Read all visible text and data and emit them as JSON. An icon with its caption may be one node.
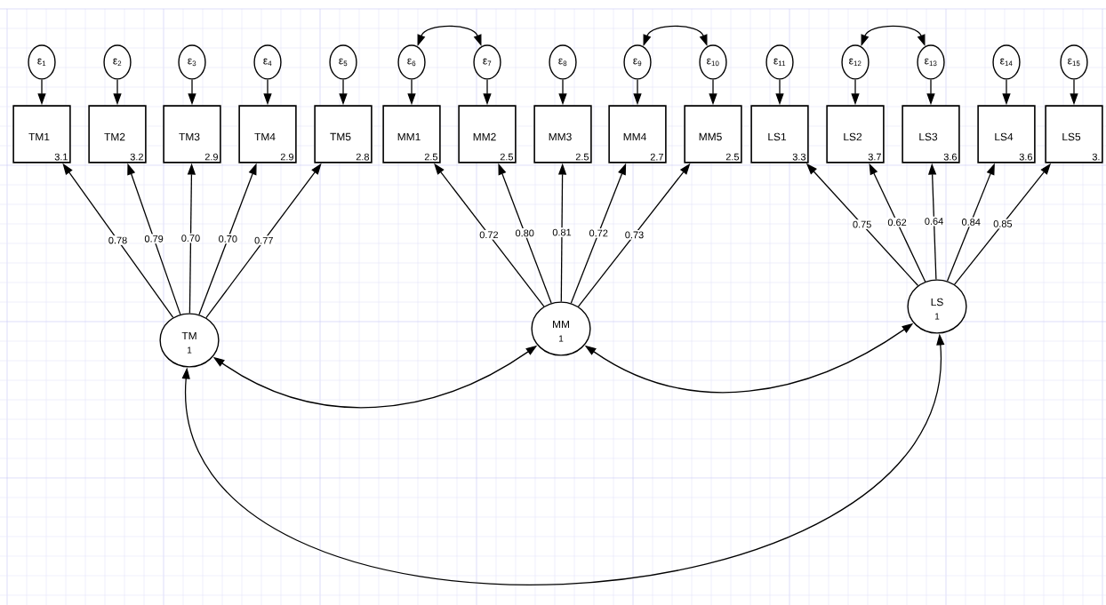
{
  "diagram": {
    "nodes": [
      {
        "text": [
          "ε$_{1}$"
        ]
      },
      {
        "text": [
          "ε$_{2}$"
        ]
      },
      {
        "text": [
          "ε$_{3}$"
        ]
      },
      {
        "text": [
          "ε$_{4}$"
        ]
      },
      {
        "text": [
          "ε$_{5}$"
        ]
      },
      {
        "text": [
          "ε$_{6}$"
        ]
      },
      {
        "text": [
          "ε$_{7}$"
        ]
      },
      {
        "text": [
          "ε$_{8}$"
        ]
      },
      {
        "text": [
          "ε$_{9}$"
        ]
      },
      {
        "text": [
          "ε$_{10}$"
        ]
      },
      {
        "text": [
          "ε$_{11}$"
        ]
      },
      {
        "text": [
          "ε$_{12}$"
        ]
      },
      {
        "text": [
          "ε$_{13}$"
        ]
      },
      {
        "text": [
          "ε$_{14}$"
        ]
      },
      {
        "text": [
          "ε$_{15}$"
        ]
      },
      {
        "text": [
          "TM1",
          "3.1"
        ]
      },
      {
        "text": [
          "TM2",
          "3.2"
        ]
      },
      {
        "text": [
          "TM3",
          "2.9"
        ]
      },
      {
        "text": [
          "TM4",
          "2.9"
        ]
      },
      {
        "text": [
          "TM5",
          "2.8"
        ]
      },
      {
        "text": [
          "MM1",
          "2.5"
        ]
      },
      {
        "text": [
          "MM2",
          "2.5"
        ]
      },
      {
        "text": [
          "MM3",
          "2.5"
        ]
      },
      {
        "text": [
          "MM4",
          "2.7"
        ]
      },
      {
        "text": [
          "MM5",
          "2.5"
        ]
      },
      {
        "text": [
          "LS1",
          "3.3"
        ]
      },
      {
        "text": [
          "LS2",
          "3.7"
        ]
      },
      {
        "text": [
          "LS3",
          "3.6"
        ]
      },
      {
        "text": [
          "LS4",
          "3.6"
        ]
      },
      {
        "text": [
          "LS5",
          "3."
        ]
      },
      {
        "text": [
          "TM",
          "1"
        ]
      },
      {
        "text": [
          "MM",
          "1"
        ]
      },
      {
        "text": [
          "LS",
          "1"
        ]
      }
    ],
    "edges": [
      {
        "from": 0,
        "to": 15,
        "arrow": "to"
      },
      {
        "from": 1,
        "to": 16,
        "arrow": "to"
      },
      {
        "from": 2,
        "to": 17,
        "arrow": "to"
      },
      {
        "from": 3,
        "to": 18,
        "arrow": "to"
      },
      {
        "from": 4,
        "to": 19,
        "arrow": "to"
      },
      {
        "from": 5,
        "to": 20,
        "arrow": "to"
      },
      {
        "from": 6,
        "to": 21,
        "arrow": "to"
      },
      {
        "from": 7,
        "to": 22,
        "arrow": "to"
      },
      {
        "from": 8,
        "to": 23,
        "arrow": "to"
      },
      {
        "from": 9,
        "to": 24,
        "arrow": "to"
      },
      {
        "from": 10,
        "to": 25,
        "arrow": "to"
      },
      {
        "from": 11,
        "to": 26,
        "arrow": "to"
      },
      {
        "from": 12,
        "to": 27,
        "arrow": "to"
      },
      {
        "from": 13,
        "to": 28,
        "arrow": "to"
      },
      {
        "from": 14,
        "to": 29,
        "arrow": "to"
      },
      {
        "from": 30,
        "to": 15,
        "arrow": "to",
        "label": "0.78"
      },
      {
        "from": 30,
        "to": 16,
        "arrow": "to",
        "label": "0.79"
      },
      {
        "from": 30,
        "to": 17,
        "arrow": "to",
        "label": "0.70"
      },
      {
        "from": 30,
        "to": 18,
        "arrow": "to",
        "label": "0.70"
      },
      {
        "from": 30,
        "to": 19,
        "arrow": "to",
        "label": "0.77"
      },
      {
        "from": 31,
        "to": 20,
        "arrow": "to",
        "label": "0.72"
      },
      {
        "from": 31,
        "to": 21,
        "arrow": "to",
        "label": "0.80"
      },
      {
        "from": 31,
        "to": 22,
        "arrow": "to",
        "label": "0.81"
      },
      {
        "from": 31,
        "to": 23,
        "arrow": "to",
        "label": "0.72"
      },
      {
        "from": 31,
        "to": 24,
        "arrow": "to",
        "label": "0.73"
      },
      {
        "from": 32,
        "to": 25,
        "arrow": "to",
        "label": "0.75"
      },
      {
        "from": 32,
        "to": 26,
        "arrow": "to",
        "label": "0.62"
      },
      {
        "from": 32,
        "to": 27,
        "arrow": "to",
        "label": "0.64"
      },
      {
        "from": 32,
        "to": 28,
        "arrow": "to",
        "label": "0.84"
      },
      {
        "from": 32,
        "to": 29,
        "arrow": "to",
        "label": "0.85"
      },
      {
        "from": 5,
        "to": 6,
        "arrow": "both"
      },
      {
        "from": 8,
        "to": 9,
        "arrow": "both"
      },
      {
        "from": 11,
        "to": 12,
        "arrow": "both"
      },
      {
        "from": 30,
        "to": 31,
        "arrow": "both"
      },
      {
        "from": 31,
        "to": 32,
        "arrow": "both"
      },
      {
        "from": 30,
        "to": 32,
        "arrow": "both"
      }
    ]
  }
}
